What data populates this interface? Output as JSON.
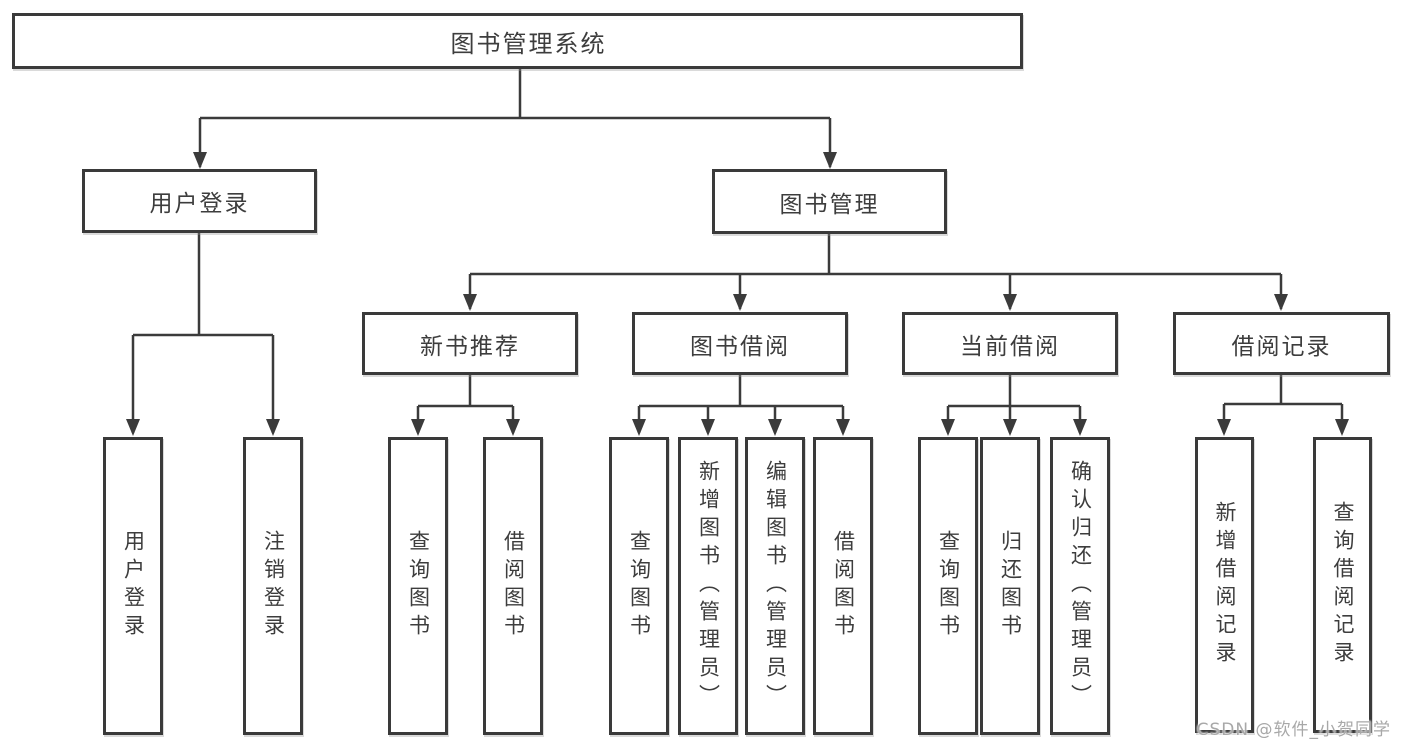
{
  "page": {
    "watermark": "CSDN @软件_小贺同学"
  },
  "colors": {
    "background": "#ffffff",
    "box_background": "#ffffff",
    "box_border": "#3a3a3a",
    "line": "#3b3b3b",
    "text": "#3d3d3d",
    "watermark": "#a8a8a8"
  },
  "diagram": {
    "type": "hierarchy-tree",
    "root": {
      "label": "图书管理系统",
      "children": [
        {
          "label": "用户登录",
          "children": [
            {
              "label": "用户登录"
            },
            {
              "label": "注销登录"
            }
          ]
        },
        {
          "label": "图书管理",
          "children": [
            {
              "label": "新书推荐",
              "children": [
                {
                  "label": "查询图书"
                },
                {
                  "label": "借阅图书"
                }
              ]
            },
            {
              "label": "图书借阅",
              "children": [
                {
                  "label": "查询图书"
                },
                {
                  "label": "新增图书（管理员）"
                },
                {
                  "label": "编辑图书（管理员）"
                },
                {
                  "label": "借阅图书"
                }
              ]
            },
            {
              "label": "当前借阅",
              "children": [
                {
                  "label": "查询图书"
                },
                {
                  "label": "归还图书"
                },
                {
                  "label": "确认归还（管理员）"
                }
              ]
            },
            {
              "label": "借阅记录",
              "children": [
                {
                  "label": "新增借阅记录"
                },
                {
                  "label": "查询借阅记录"
                }
              ]
            }
          ]
        }
      ]
    }
  }
}
